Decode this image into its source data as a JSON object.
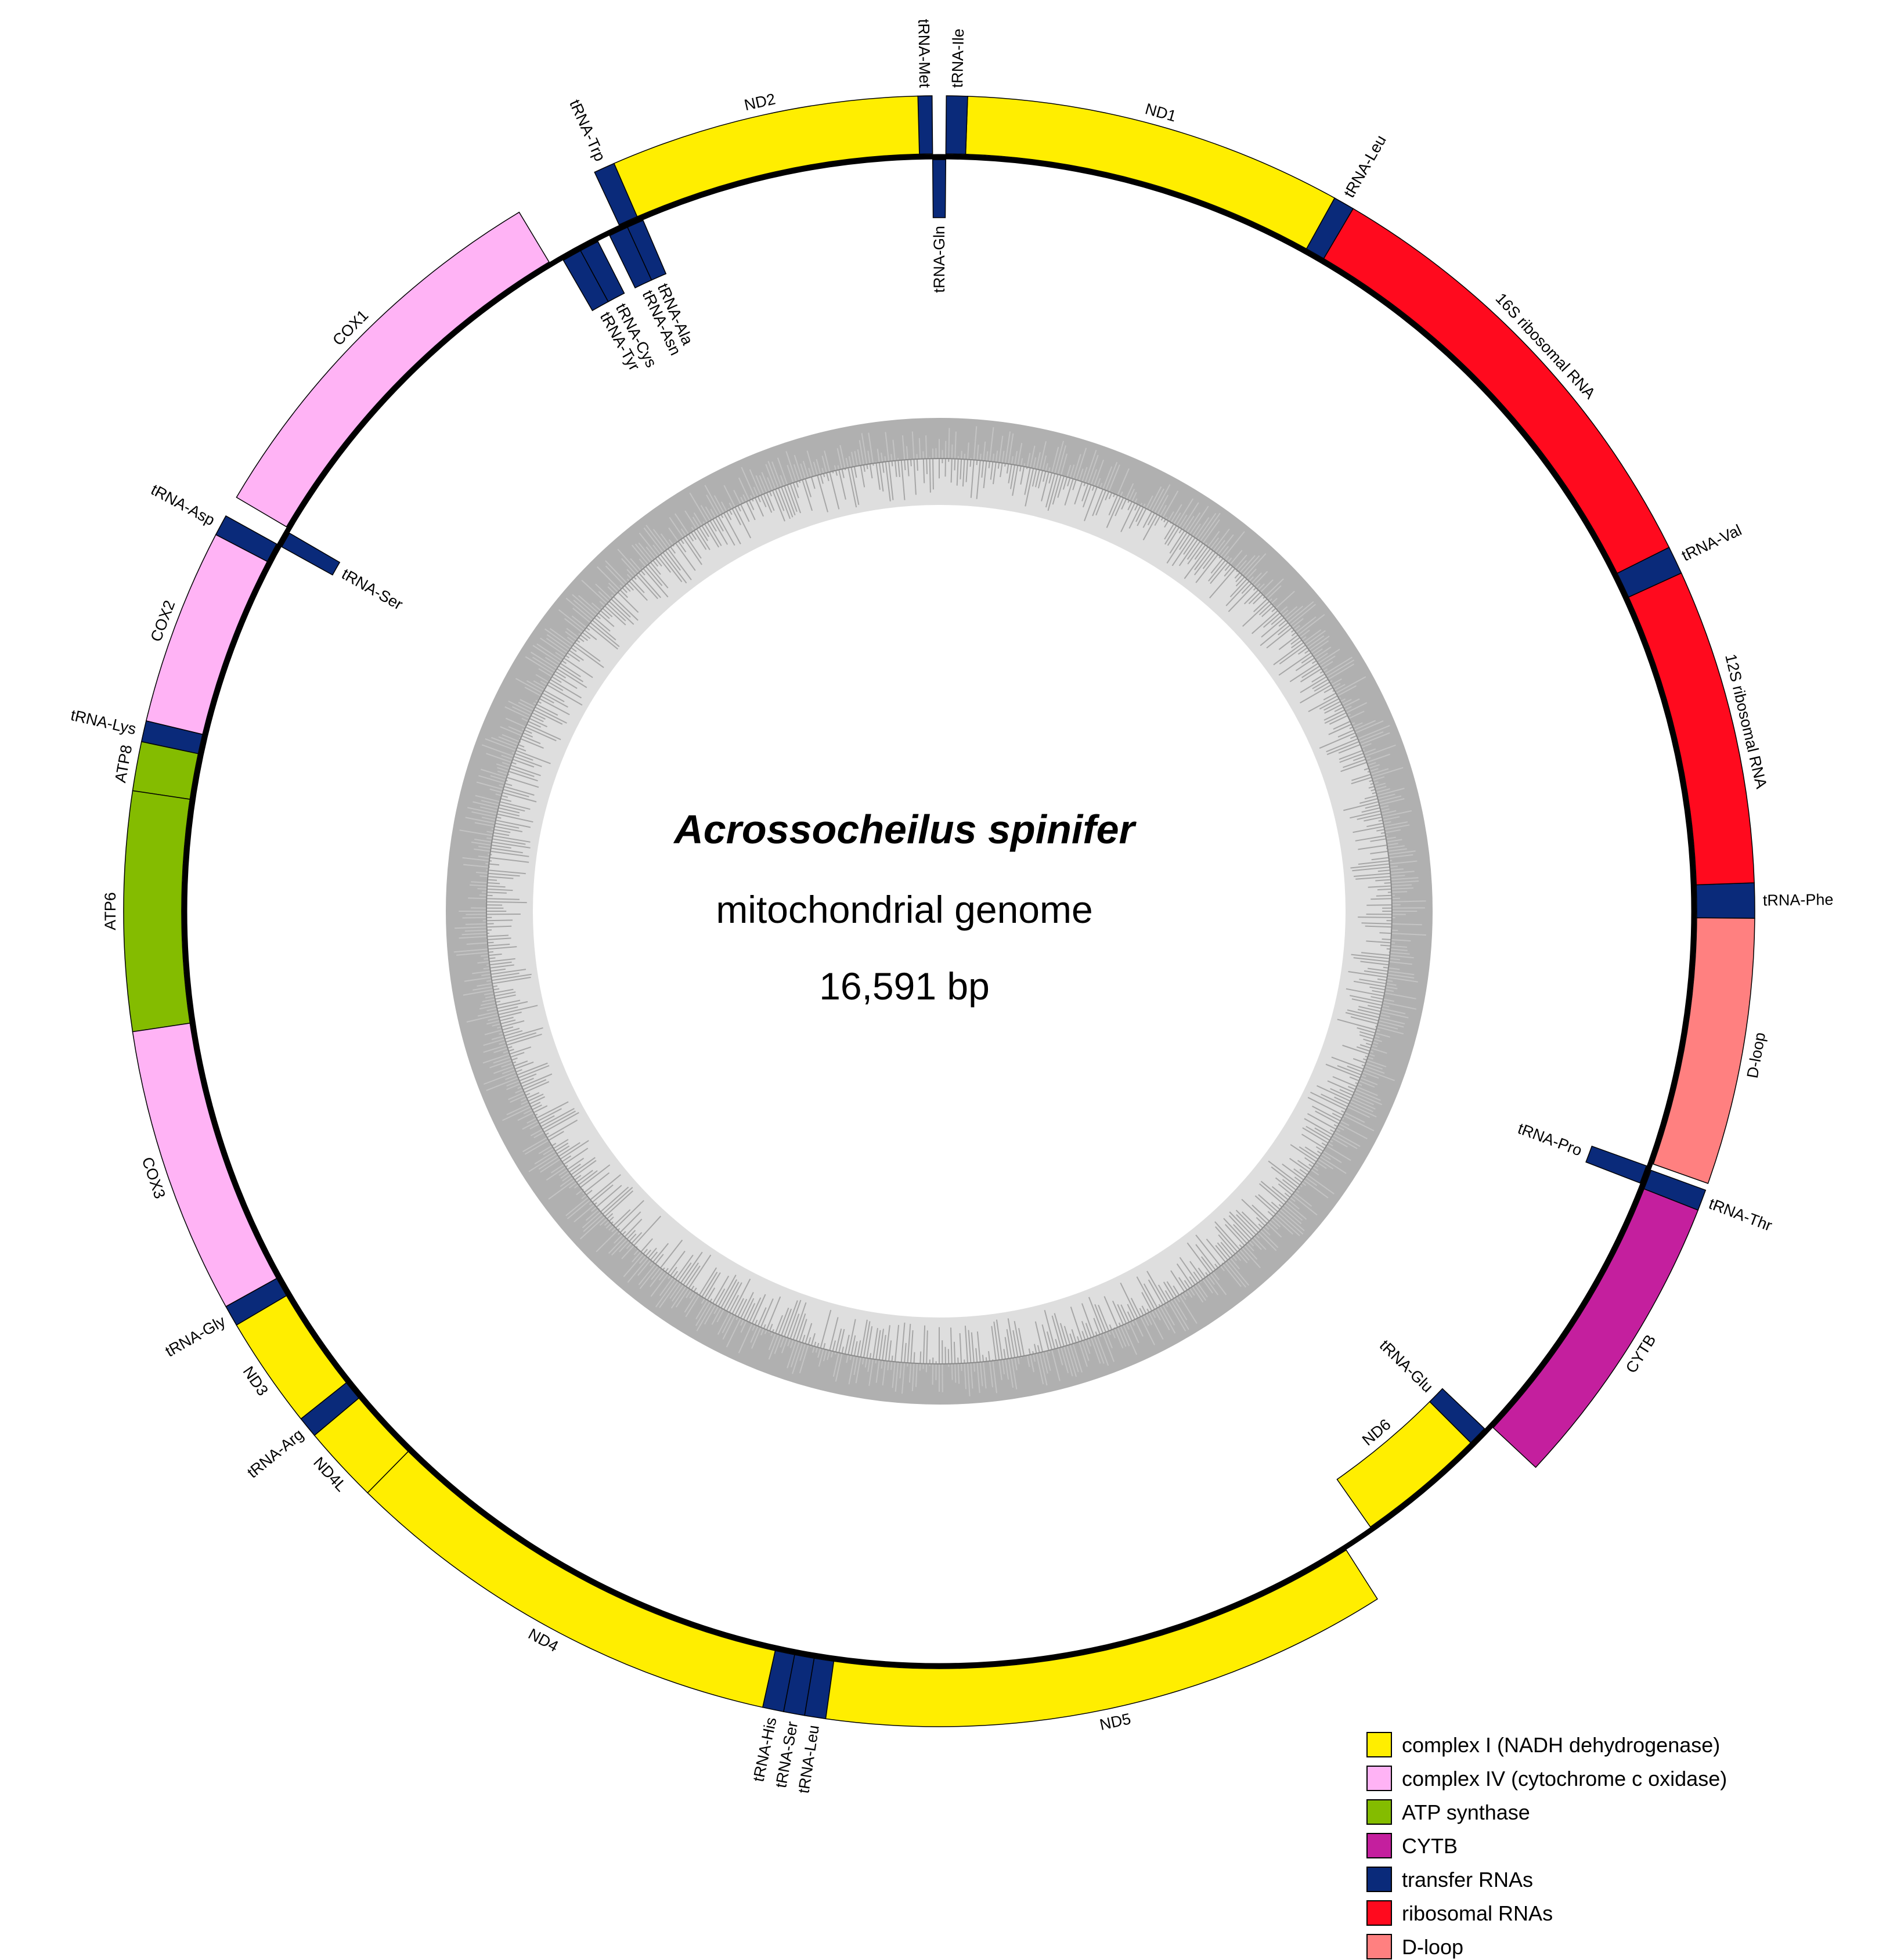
{
  "title": {
    "species": "Acrossocheilus spinifer",
    "subtitle": "mitochondrial genome",
    "length": "16,591 bp"
  },
  "colors": {
    "complex1": "#ffee00",
    "complex4": "#ffb3f5",
    "atp": "#84bc00",
    "cytb": "#c41f9e",
    "trna": "#0a2a7a",
    "rrna": "#ff0a1e",
    "dloop": "#ff8080",
    "gc_outer": "#b0b0b0",
    "gc_inner": "#dedede"
  },
  "legend": [
    {
      "label": "complex I (NADH dehydrogenase)",
      "category": "complex1"
    },
    {
      "label": "complex IV (cytochrome c oxidase)",
      "category": "complex4"
    },
    {
      "label": "ATP synthase",
      "category": "atp"
    },
    {
      "label": "CYTB",
      "category": "cytb"
    },
    {
      "label": "transfer RNAs",
      "category": "trna"
    },
    {
      "label": "ribosomal RNAs",
      "category": "rrna"
    },
    {
      "label": "D-loop",
      "category": "dloop"
    }
  ],
  "genes": [
    {
      "name": "tRNA-Phe",
      "category": "trna",
      "start_deg": 88.0,
      "end_deg": 90.5,
      "strand": "outer"
    },
    {
      "name": "12S ribosomal RNA",
      "category": "rrna",
      "start_deg": 65.5,
      "end_deg": 88.0,
      "strand": "outer"
    },
    {
      "name": "tRNA-Val",
      "category": "trna",
      "start_deg": 63.5,
      "end_deg": 65.5,
      "strand": "outer"
    },
    {
      "name": "16S ribosomal RNA",
      "category": "rrna",
      "start_deg": 30.5,
      "end_deg": 63.5,
      "strand": "outer"
    },
    {
      "name": "tRNA-Leu",
      "category": "trna",
      "start_deg": 29.0,
      "end_deg": 30.5,
      "strand": "outer"
    },
    {
      "name": "ND1",
      "category": "complex1",
      "start_deg": 2.0,
      "end_deg": 29.0,
      "strand": "outer"
    },
    {
      "name": "tRNA-Ile",
      "category": "trna",
      "start_deg": 0.5,
      "end_deg": 2.0,
      "strand": "outer"
    },
    {
      "name": "tRNA-Gln",
      "category": "trna",
      "start_deg": -0.5,
      "end_deg": 0.5,
      "strand": "inner"
    },
    {
      "name": "tRNA-Met",
      "category": "trna",
      "start_deg": -1.5,
      "end_deg": -0.5,
      "strand": "outer"
    },
    {
      "name": "ND2",
      "category": "complex1",
      "start_deg": -23.5,
      "end_deg": -1.5,
      "strand": "outer"
    },
    {
      "name": "tRNA-Trp",
      "category": "trna",
      "start_deg": -25.0,
      "end_deg": -23.5,
      "strand": "outer"
    },
    {
      "name": "tRNA-Ala",
      "category": "trna",
      "start_deg": -24.5,
      "end_deg": -23.2,
      "strand": "inner"
    },
    {
      "name": "tRNA-Asn",
      "category": "trna",
      "start_deg": -26.0,
      "end_deg": -24.5,
      "strand": "inner"
    },
    {
      "name": "tRNA-Cys",
      "category": "trna",
      "start_deg": -28.5,
      "end_deg": -27.0,
      "strand": "inner"
    },
    {
      "name": "tRNA-Tyr",
      "category": "trna",
      "start_deg": -30.0,
      "end_deg": -28.5,
      "strand": "inner"
    },
    {
      "name": "COX1",
      "category": "complex4",
      "start_deg": -59.5,
      "end_deg": -31.0,
      "strand": "outer"
    },
    {
      "name": "tRNA-Ser",
      "category": "trna",
      "start_deg": -61.0,
      "end_deg": -59.8,
      "strand": "inner"
    },
    {
      "name": "tRNA-Asp",
      "category": "trna",
      "start_deg": -62.5,
      "end_deg": -61.0,
      "strand": "outer"
    },
    {
      "name": "COX2",
      "category": "complex4",
      "start_deg": -76.5,
      "end_deg": -62.5,
      "strand": "outer"
    },
    {
      "name": "tRNA-Lys",
      "category": "trna",
      "start_deg": -78.0,
      "end_deg": -76.5,
      "strand": "outer"
    },
    {
      "name": "ATP8",
      "category": "atp",
      "start_deg": -81.5,
      "end_deg": -78.0,
      "strand": "outer"
    },
    {
      "name": "ATP6",
      "category": "atp",
      "start_deg": -98.5,
      "end_deg": -81.5,
      "strand": "outer"
    },
    {
      "name": "COX3",
      "category": "complex4",
      "start_deg": -119.0,
      "end_deg": -98.5,
      "strand": "outer"
    },
    {
      "name": "tRNA-Gly",
      "category": "trna",
      "start_deg": -120.5,
      "end_deg": -119.0,
      "strand": "outer"
    },
    {
      "name": "ND3",
      "category": "complex1",
      "start_deg": -128.5,
      "end_deg": -120.5,
      "strand": "outer"
    },
    {
      "name": "tRNA-Arg",
      "category": "trna",
      "start_deg": -130.0,
      "end_deg": -128.5,
      "strand": "outer"
    },
    {
      "name": "ND4L",
      "category": "complex1",
      "start_deg": -135.5,
      "end_deg": -130.0,
      "strand": "outer"
    },
    {
      "name": "ND4",
      "category": "complex1",
      "start_deg": -167.5,
      "end_deg": -135.5,
      "strand": "outer"
    },
    {
      "name": "tRNA-His",
      "category": "trna",
      "start_deg": -169.0,
      "end_deg": -167.5,
      "strand": "outer"
    },
    {
      "name": "tRNA-Ser",
      "category": "trna",
      "start_deg": -170.5,
      "end_deg": -169.0,
      "strand": "outer"
    },
    {
      "name": "tRNA-Leu",
      "category": "trna",
      "start_deg": -172.0,
      "end_deg": -170.5,
      "strand": "outer"
    },
    {
      "name": "ND5",
      "category": "complex1",
      "start_deg": 147.5,
      "end_deg": 188.0,
      "strand": "outer"
    },
    {
      "name": "ND6",
      "category": "complex1",
      "start_deg": 135.0,
      "end_deg": 145.0,
      "strand": "inner"
    },
    {
      "name": "tRNA-Glu",
      "category": "trna",
      "start_deg": 133.5,
      "end_deg": 135.0,
      "strand": "inner"
    },
    {
      "name": "CYTB",
      "category": "cytb",
      "start_deg": 111.5,
      "end_deg": 133.0,
      "strand": "outer"
    },
    {
      "name": "tRNA-Thr",
      "category": "trna",
      "start_deg": 110.0,
      "end_deg": 111.5,
      "strand": "outer"
    },
    {
      "name": "tRNA-Pro",
      "category": "trna",
      "start_deg": 109.8,
      "end_deg": 111.2,
      "strand": "inner"
    },
    {
      "name": "D-loop",
      "category": "dloop",
      "start_deg": 90.5,
      "end_deg": 109.5,
      "strand": "outer"
    }
  ]
}
